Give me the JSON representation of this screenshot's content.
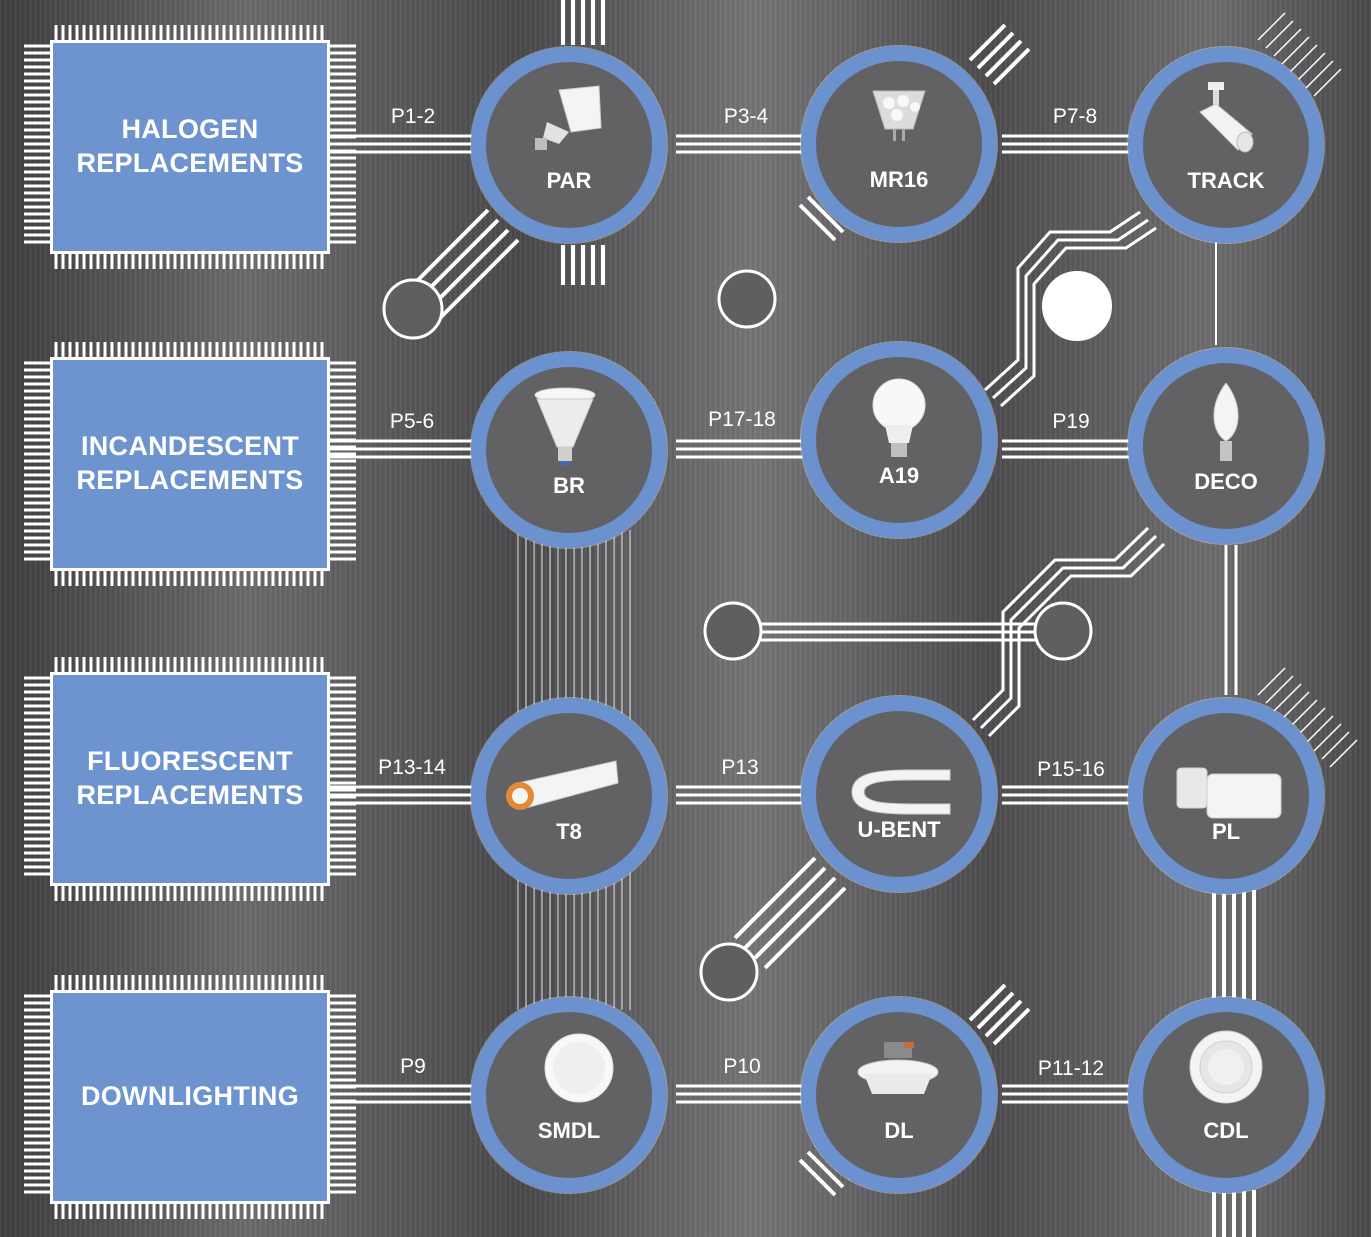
{
  "categories": [
    {
      "label": "HALOGEN\nREPLACEMENTS"
    },
    {
      "label": "INCANDESCENT\nREPLACEMENTS"
    },
    {
      "label": "FLUORESCENT\nREPLACEMENTS"
    },
    {
      "label": "DOWNLIGHTING"
    }
  ],
  "products": {
    "par": "PAR",
    "mr16": "MR16",
    "track": "TRACK",
    "br": "BR",
    "a19": "A19",
    "deco": "DECO",
    "t8": "T8",
    "ubent": "U-BENT",
    "pl": "PL",
    "smdl": "SMDL",
    "dl": "DL",
    "cdl": "CDL"
  },
  "pages": {
    "halogen_par": "P1-2",
    "par_mr16": "P3-4",
    "mr16_track": "P7-8",
    "incandescent_br": "P5-6",
    "br_a19": "P17-18",
    "a19_deco": "P19",
    "fluorescent_t8": "P13-14",
    "t8_ubent": "P13",
    "ubent_pl": "P15-16",
    "downlighting_smdl": "P9",
    "smdl_dl": "P10",
    "dl_cdl": "P11-12"
  },
  "colors": {
    "chip": "#6e94d0",
    "ring": "#6b91cf",
    "node": "#626264",
    "trace": "#ffffff"
  }
}
